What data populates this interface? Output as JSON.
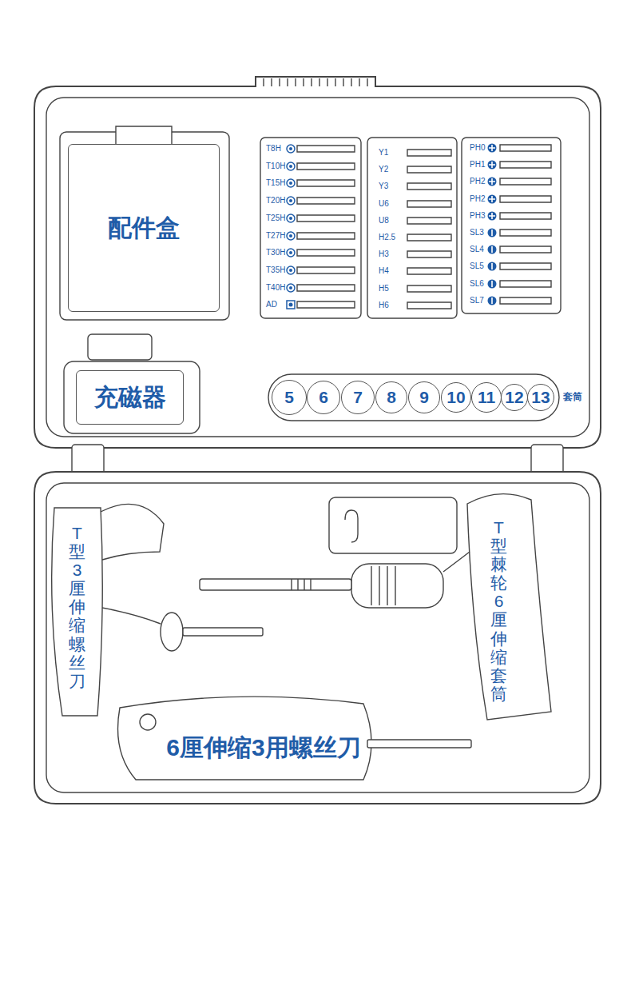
{
  "diagram": {
    "nodes": [
      {
        "text": [
          "配件盒"
        ]
      },
      {
        "text": [
          "充磁器"
        ]
      },
      {
        "text": [
          "5"
        ]
      },
      {
        "text": [
          "6"
        ]
      },
      {
        "text": [
          "7"
        ]
      },
      {
        "text": [
          "8"
        ]
      },
      {
        "text": [
          "9"
        ]
      },
      {
        "text": [
          "10"
        ]
      },
      {
        "text": [
          "11"
        ]
      },
      {
        "text": [
          "12"
        ]
      },
      {
        "text": [
          "13"
        ]
      }
    ],
    "labels": [
      "T8H",
      "T10H",
      "T15H",
      "T20H",
      "T25H",
      "T27H",
      "T30H",
      "T35H",
      "T40H",
      "AD",
      "Y1",
      "Y2",
      "Y3",
      "U6",
      "U8",
      "H2.5",
      "H3",
      "H4",
      "H5",
      "H6",
      "PH0",
      "PH1",
      "PH2",
      "PH2",
      "PH3",
      "SL3",
      "SL4",
      "SL5",
      "SL6",
      "SL7",
      "套筒",
      "T型3厘伸缩螺丝刀",
      "T型棘轮6厘伸缩套筒",
      "6厘伸缩3用螺丝刀"
    ]
  }
}
